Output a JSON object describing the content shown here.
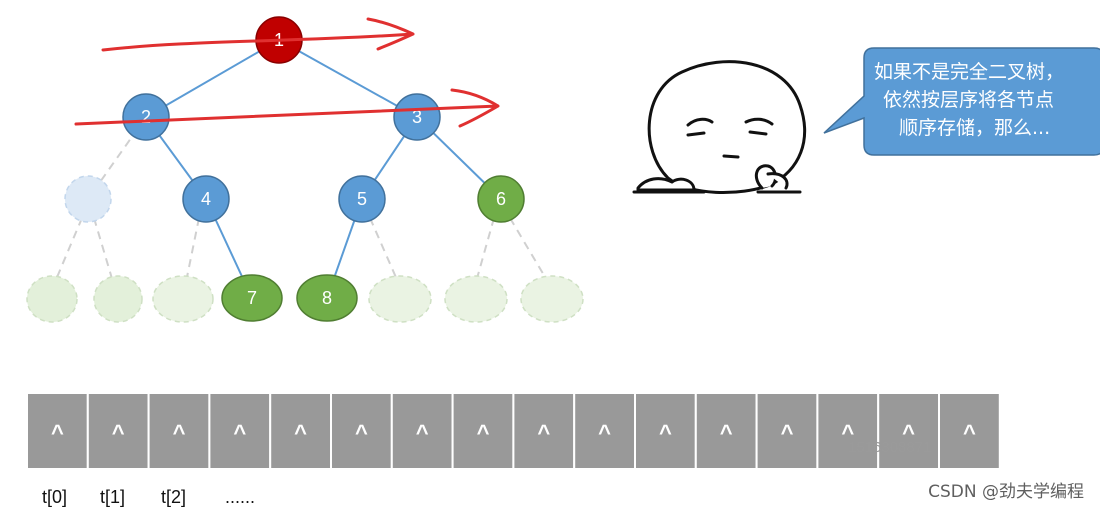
{
  "tree": {
    "nodes": [
      {
        "id": "1",
        "status": "root"
      },
      {
        "id": "2",
        "status": "internal"
      },
      {
        "id": "3",
        "status": "internal"
      },
      {
        "id": "4",
        "status": "internal"
      },
      {
        "id": "5",
        "status": "internal"
      },
      {
        "id": "6",
        "status": "leaf"
      },
      {
        "id": "7",
        "status": "leaf"
      },
      {
        "id": "8",
        "status": "leaf"
      }
    ],
    "edges": [
      [
        "1",
        "2"
      ],
      [
        "1",
        "3"
      ],
      [
        "2",
        "4"
      ],
      [
        "3",
        "5"
      ],
      [
        "3",
        "6"
      ],
      [
        "4",
        "7"
      ],
      [
        "5",
        "8"
      ]
    ],
    "colors": {
      "root": "#c00000",
      "internal": "#5b9bd5",
      "leaf": "#70ad47",
      "ghost_node": "#dde9f6",
      "ghost_leaf": "#e3f0da",
      "edge": "#5b9bd5",
      "scan_stroke": "#e03030"
    }
  },
  "speech_bubble": {
    "lines": [
      "如果不是完全二叉树，",
      "依然按层序将各节点",
      "顺序存储，那么..."
    ],
    "color": "#5b9bd5"
  },
  "array": {
    "cells": [
      "^",
      "^",
      "^",
      "^",
      "^",
      "^",
      "^",
      "^",
      "^",
      "^",
      "^",
      "^",
      "^",
      "^",
      "^",
      "^"
    ],
    "cell_color": "#999999",
    "index_labels": [
      "t[0]",
      "t[1]",
      "t[2]",
      "......"
    ]
  },
  "watermark": "1516308871",
  "credit": "CSDN @劲夫学编程"
}
